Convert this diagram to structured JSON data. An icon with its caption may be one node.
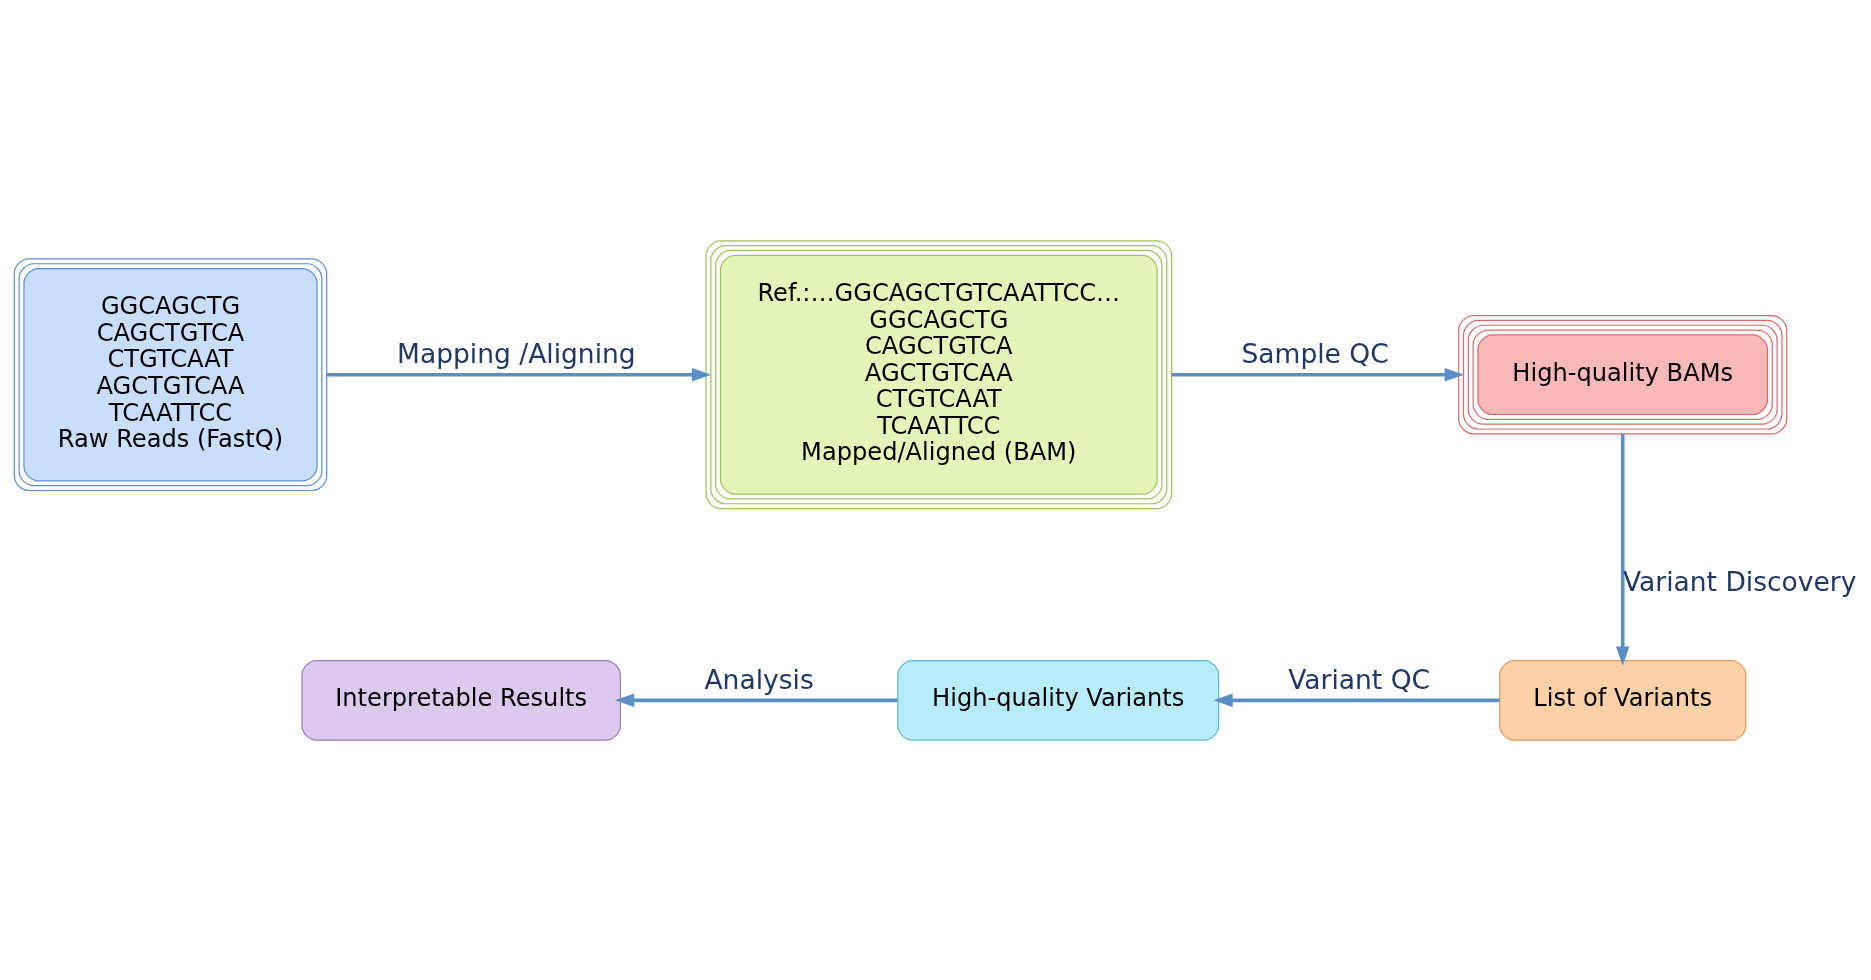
{
  "diagram": {
    "nodes": [
      {
        "text": [
          "GGCAGCTG",
          "CAGCTGTCA",
          "CTGTCAAT",
          "AGCTGTCAA",
          "TCAATTCC",
          "Raw Reads (FastQ)"
        ]
      },
      {
        "text": [
          "Ref.:…GGCAGCTGTCAATTCC…",
          "GGCAGCTG",
          "CAGCTGTCA",
          "AGCTGTCAA",
          "CTGTCAAT",
          "TCAATTCC",
          "Mapped/Aligned (BAM)"
        ]
      },
      {
        "text": [
          "High-quality BAMs"
        ]
      },
      {
        "text": [
          "List of Variants"
        ]
      },
      {
        "text": [
          "High-quality Variants"
        ]
      },
      {
        "text": [
          "Interpretable Results"
        ]
      }
    ],
    "edges": [
      {
        "from": 0,
        "to": 1,
        "arrow": "to",
        "label": "Mapping /Aligning"
      },
      {
        "from": 1,
        "to": 2,
        "arrow": "to",
        "label": "Sample QC"
      },
      {
        "from": 2,
        "to": 3,
        "arrow": "to",
        "label": "Variant Discovery"
      },
      {
        "from": 3,
        "to": 4,
        "arrow": "to",
        "label": "Variant QC"
      },
      {
        "from": 4,
        "to": 5,
        "arrow": "to",
        "label": "Analysis"
      }
    ]
  }
}
